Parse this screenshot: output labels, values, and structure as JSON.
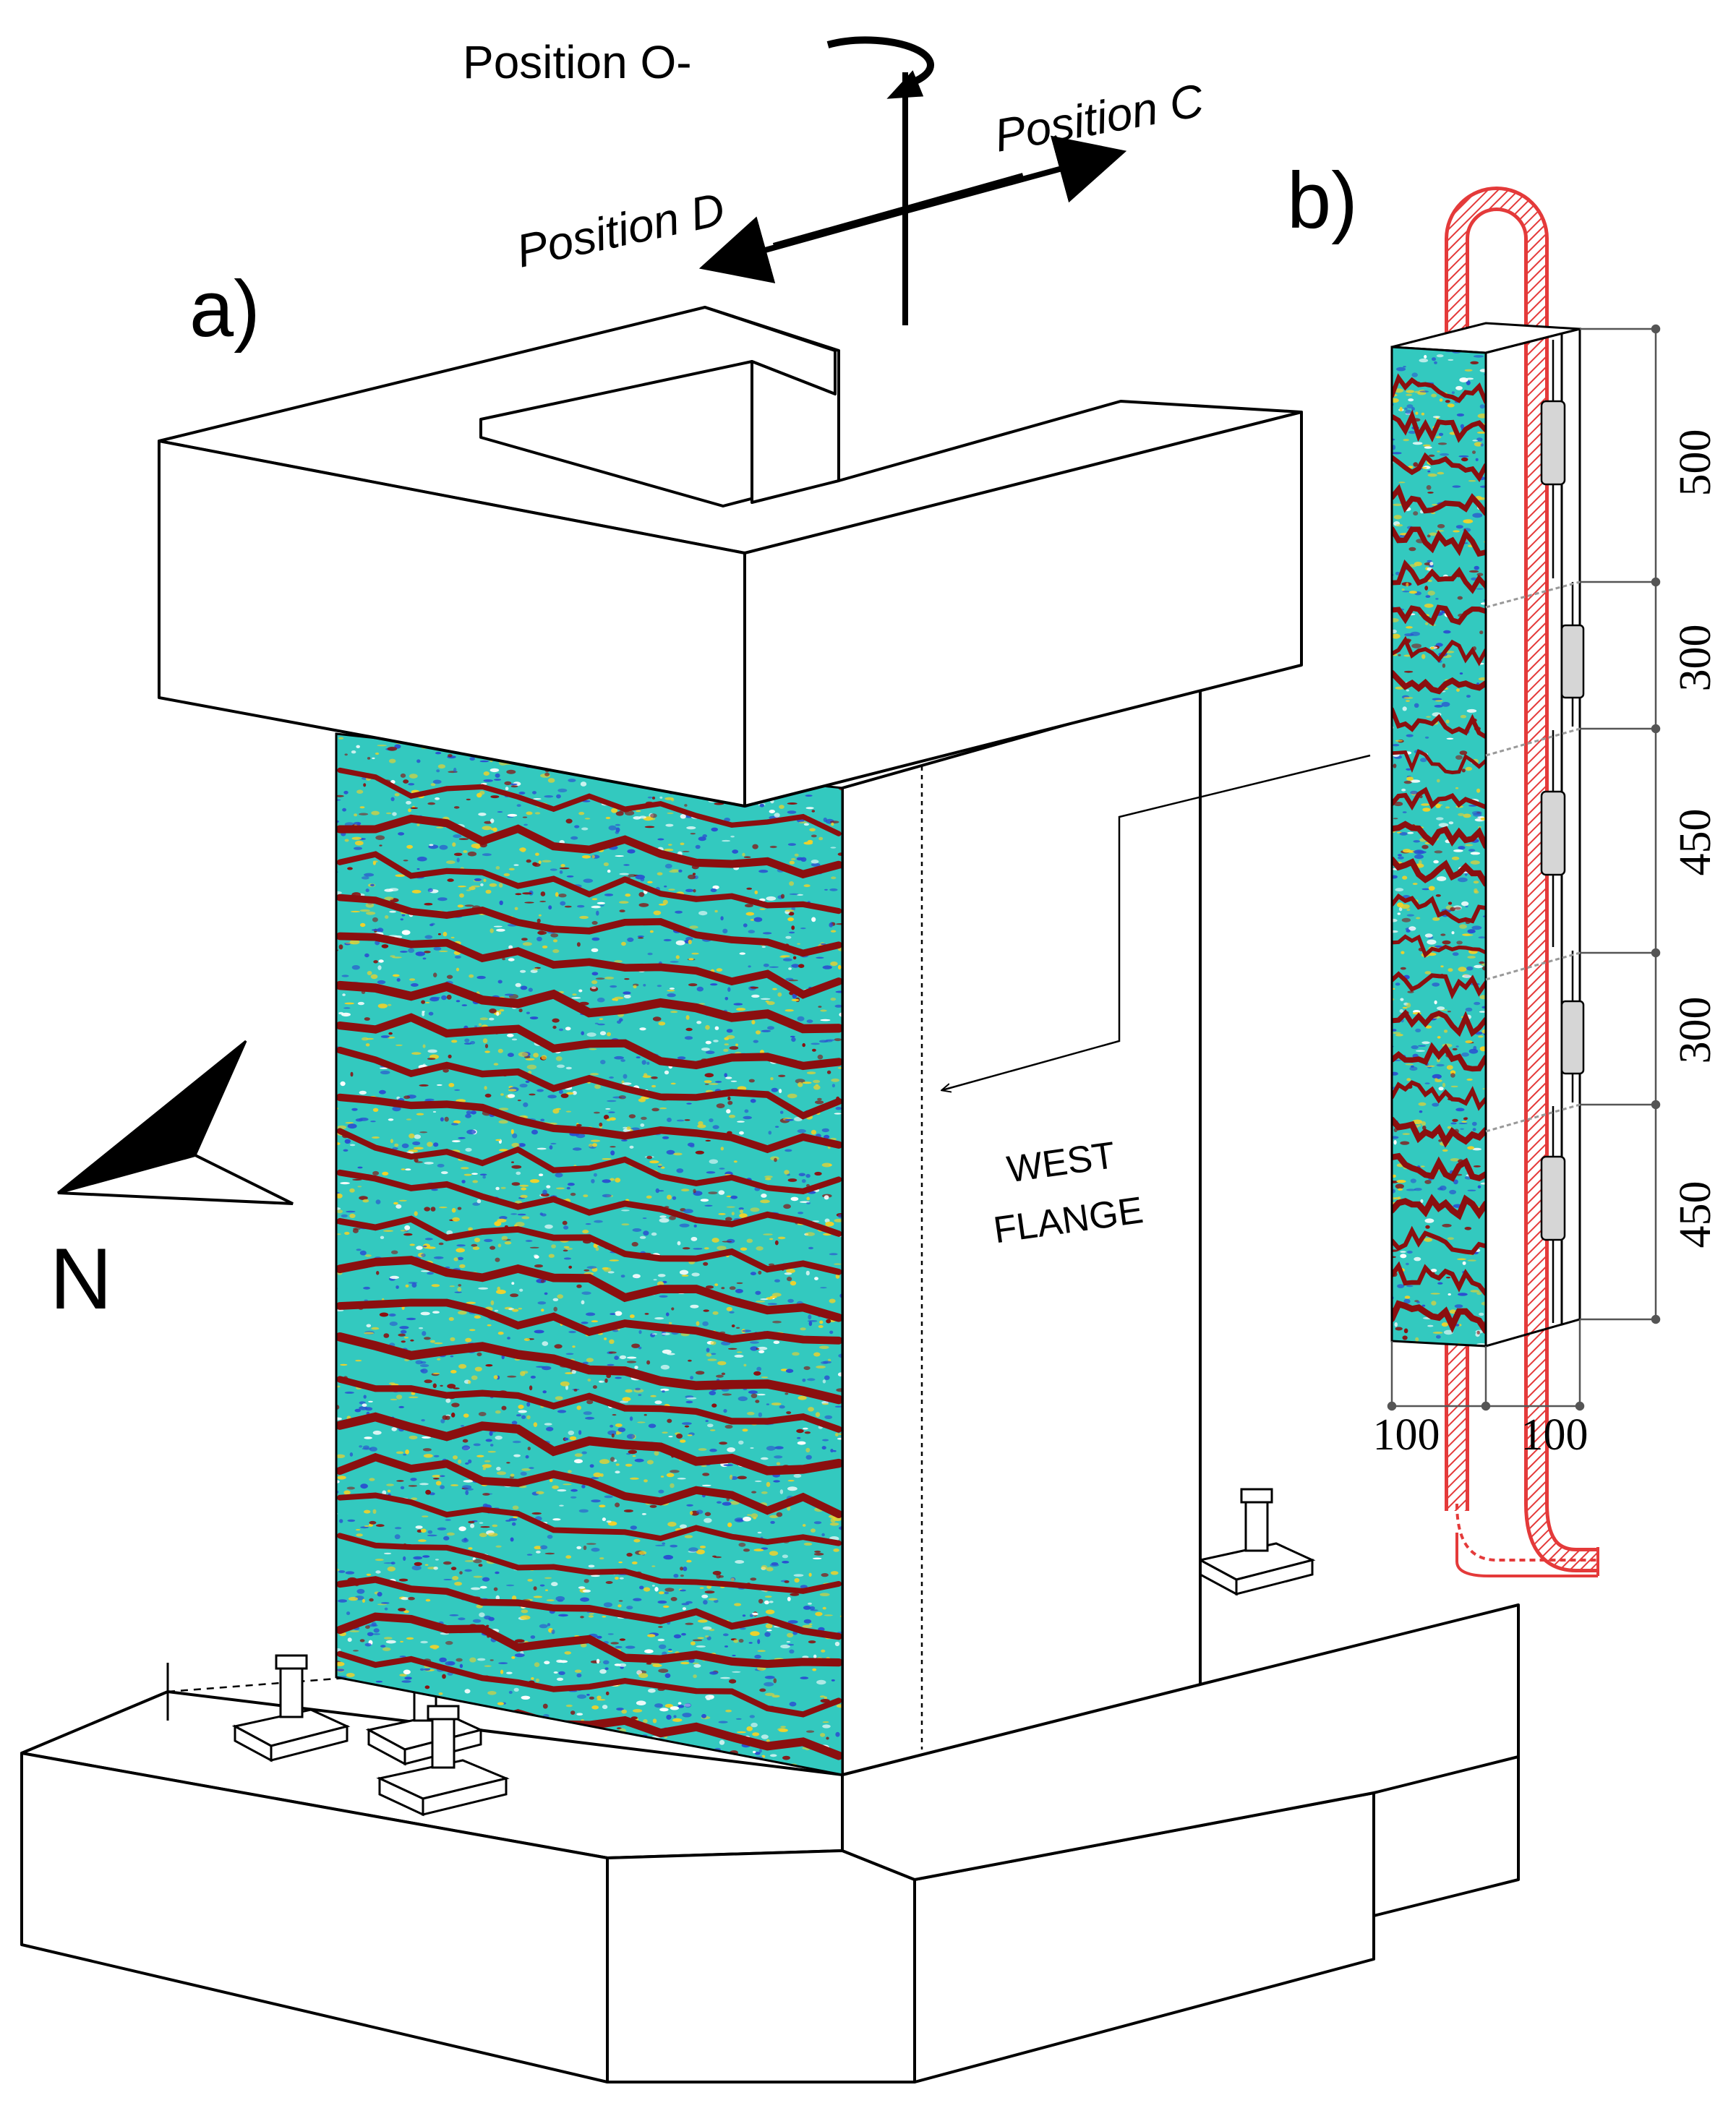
{
  "panel_labels": {
    "a": "a)",
    "b": "b)"
  },
  "positions": {
    "o_minus": "Position O-",
    "c": "Position C",
    "d": "Position D"
  },
  "flange": {
    "line1": "WEST",
    "line2": "FLANGE"
  },
  "north": {
    "label": "N"
  },
  "dimensions": {
    "vertical": [
      "500",
      "300",
      "450",
      "300",
      "450"
    ],
    "horizontal": [
      "100",
      "100"
    ]
  },
  "colors": {
    "line": "#000000",
    "rebar": "#e43a3a",
    "strain_background": "#33c9bf",
    "crack": "#8b0f0f",
    "strain_high": "#f0d22a",
    "strain_low": "#2a4fd1"
  },
  "icons": {
    "rotation": "rotation-arrow-icon",
    "north": "north-arrow-icon"
  }
}
